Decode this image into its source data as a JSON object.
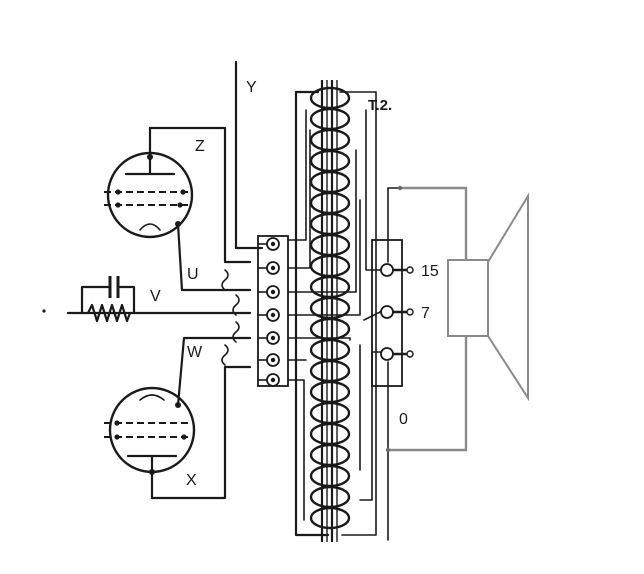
{
  "labels": {
    "y": "Y",
    "z": "Z",
    "u": "U",
    "v": "V",
    "w": "W",
    "x": "X",
    "transformer": "T.2.",
    "tap_15": "15",
    "tap_7": "7",
    "tap_0": "0"
  },
  "colors": {
    "wire": "#1a1a1a",
    "speaker": "#8a8a8a",
    "background": "#ffffff"
  }
}
